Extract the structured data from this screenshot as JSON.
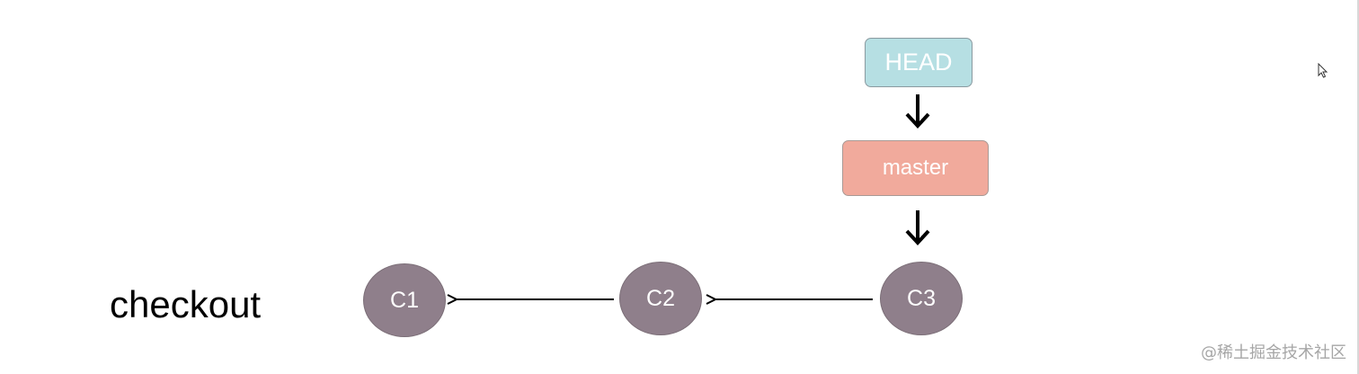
{
  "title": "checkout",
  "pointers": {
    "head": "HEAD",
    "master": "master"
  },
  "commits": [
    {
      "label": "C1"
    },
    {
      "label": "C2"
    },
    {
      "label": "C3"
    }
  ],
  "colors": {
    "head_fill": "#b6dfe3",
    "master_fill": "#f1aa9c",
    "commit_fill": "#8f7f8b"
  },
  "watermark": "@稀土掘金技术社区"
}
